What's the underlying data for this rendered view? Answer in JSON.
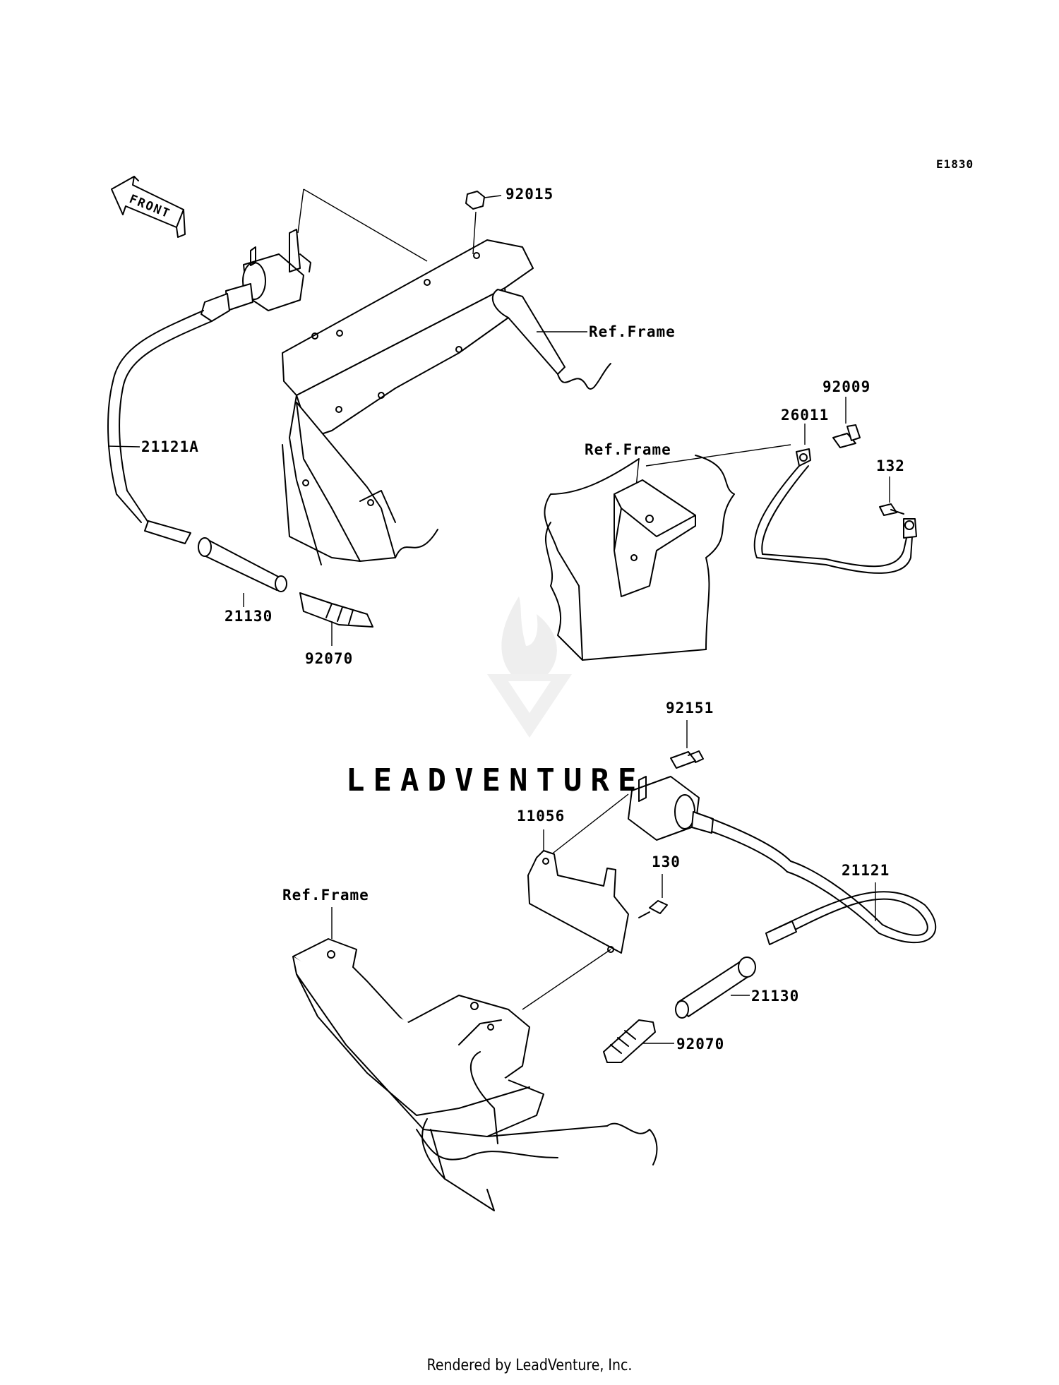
{
  "diagram_code": "E1830",
  "front_arrow_label": "FRONT",
  "watermark_text": "LEADVENTURE",
  "footer_text": "Rendered by LeadVenture, Inc.",
  "upper_left_assembly": {
    "nut": "92015",
    "frame_ref": "Ref.Frame",
    "plug_lead": "21121A",
    "plug_cap": "21130",
    "spark_plug": "92070"
  },
  "ground_assembly": {
    "frame_ref": "Ref.Frame",
    "bolt": "92009",
    "ground_lead": "26011",
    "screw": "132"
  },
  "lower_assembly": {
    "bolt": "92151",
    "bracket": "11056",
    "bolt_small": "130",
    "frame_ref": "Ref.Frame",
    "plug_lead": "21121",
    "plug_cap": "21130",
    "spark_plug": "92070"
  },
  "colors": {
    "ink": "#000000",
    "paper": "#ffffff",
    "watermark": "#ebebeb"
  }
}
